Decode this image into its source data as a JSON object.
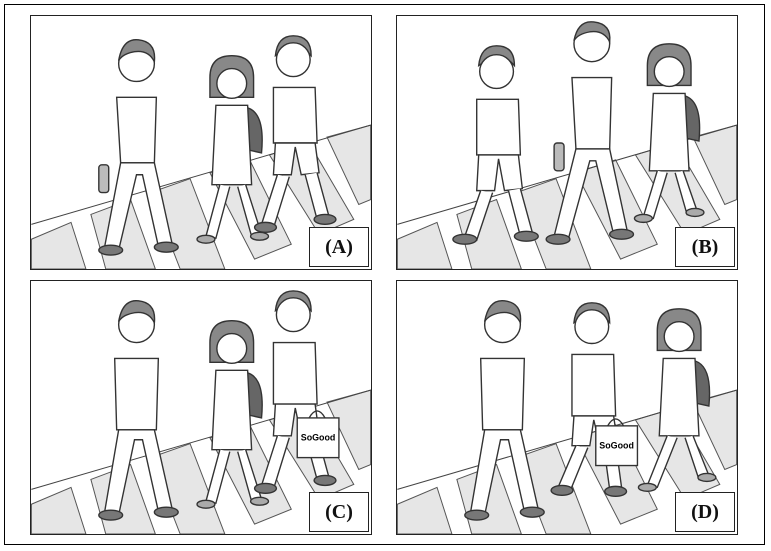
{
  "panels": [
    {
      "label": "(A)",
      "order": [
        "tall-boy-bottle",
        "girl-backpack",
        "short-boy"
      ],
      "bag_text": ""
    },
    {
      "label": "(B)",
      "order": [
        "short-boy",
        "tall-boy-bottle",
        "girl-backpack"
      ],
      "bag_text": ""
    },
    {
      "label": "(C)",
      "order": [
        "tall-boy",
        "girl-backpack",
        "short-boy-bag"
      ],
      "bag_text": "SoGood"
    },
    {
      "label": "(D)",
      "order": [
        "tall-boy",
        "short-boy-bag",
        "girl-backpack"
      ],
      "bag_text": "SoGood"
    }
  ]
}
